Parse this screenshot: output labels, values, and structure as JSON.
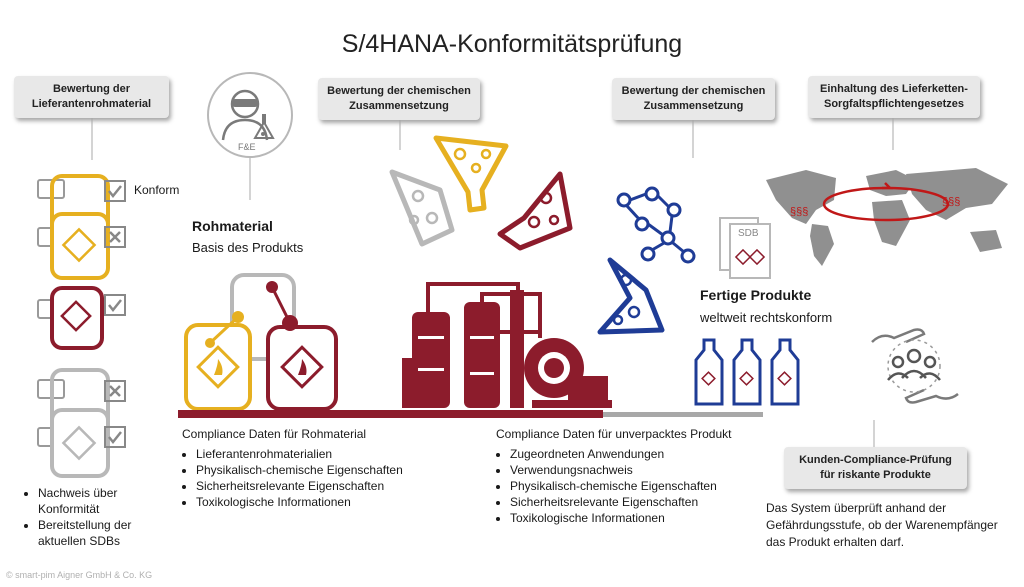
{
  "title": "S/4HANA-Konformitätsprüfung",
  "callouts": {
    "supplier_rating": [
      "Bewertung der",
      "Lieferantenrohmaterial"
    ],
    "chem_rating_1": [
      "Bewertung der chemischen",
      "Zusammensetzung"
    ],
    "chem_rating_2": [
      "Bewertung der chemischen",
      "Zusammensetzung"
    ],
    "supply_chain": [
      "Einhaltung des Lieferketten-",
      "Sorgfaltspflichtengesetzes"
    ],
    "customer_check": [
      "Kunden-Compliance-Prüfung",
      "für riskante Produkte"
    ]
  },
  "icons": {
    "rd_badge_text": "F&E",
    "sdb_text": "SDB",
    "paragraph_left": "§§§",
    "paragraph_right": "§§§"
  },
  "labels": {
    "konform": "Konform",
    "raw_material_title": "Rohmaterial",
    "raw_material_sub": "Basis des Produkts",
    "finished_title": "Fertige Produkte",
    "finished_sub": "weltweit rechtskonform"
  },
  "left_list": [
    "Nachweis über Konformität",
    "Bereitstellung der aktuellen SDBs"
  ],
  "compliance_raw": {
    "heading": "Compliance Daten für Rohmaterial",
    "items": [
      "Lieferantenrohmaterialien",
      "Physikalisch-chemische Eigenschaften",
      "Sicherheitsrelevante Eigenschaften",
      "Toxikologische Informationen"
    ]
  },
  "compliance_product": {
    "heading": "Compliance Daten für unverpacktes Produkt",
    "items": [
      "Zugeordneten Anwendungen",
      "Verwendungsnachweis",
      "Physikalisch-chemische Eigenschaften",
      "Sicherheitsrelevante Eigenschaften",
      "Toxikologische Informationen"
    ]
  },
  "system_text": [
    "Das System überprüft anhand der",
    "Gefährdungsstufe, ob der Warenempfänger",
    "das Produkt erhalten darf."
  ],
  "copyright": "© smart-pim Aigner GmbH & Co. KG",
  "colors": {
    "maroon": "#8c1c2c",
    "gold": "#e6b020",
    "blue": "#1f3c96",
    "gray": "#a8a8a8"
  }
}
